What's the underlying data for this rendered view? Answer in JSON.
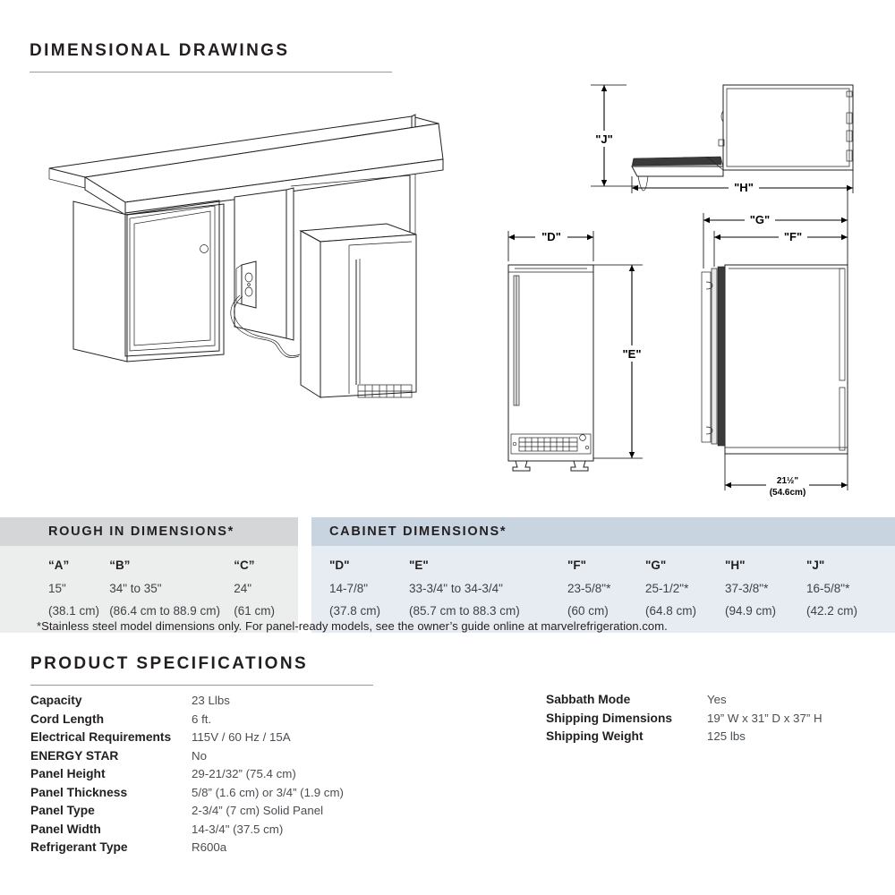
{
  "sections": {
    "dimensional_drawings_title": "DIMENSIONAL DRAWINGS",
    "product_specifications_title": "PRODUCT SPECIFICATIONS"
  },
  "drawing_labels": {
    "j": "\"J\"",
    "h": "\"H\"",
    "d": "\"D\"",
    "e": "\"E\"",
    "f": "\"F\"",
    "g": "\"G\"",
    "depth_in": "21½\"",
    "depth_cm": "(54.6cm)"
  },
  "rough_in_table": {
    "title": "ROUGH IN DIMENSIONS*",
    "columns": [
      {
        "key": "“A”",
        "inches": "15\"",
        "cm": "(38.1 cm)"
      },
      {
        "key": "“B”",
        "inches": "34\" to 35\"",
        "cm": "(86.4 cm to 88.9 cm)"
      },
      {
        "key": "“C”",
        "inches": "24\"",
        "cm": "(61 cm)"
      }
    ]
  },
  "cabinet_table": {
    "title": "CABINET DIMENSIONS*",
    "columns": [
      {
        "key": "\"D\"",
        "inches": "14-7/8\"",
        "cm": "(37.8 cm)"
      },
      {
        "key": "\"E\"",
        "inches": "33-3/4\" to 34-3/4\"",
        "cm": "(85.7 cm to 88.3 cm)"
      },
      {
        "key": "\"F\"",
        "inches": "23-5/8\"*",
        "cm": "(60 cm)"
      },
      {
        "key": "\"G\"",
        "inches": "25-1/2\"*",
        "cm": "(64.8 cm)"
      },
      {
        "key": "\"H\"",
        "inches": "37-3/8\"*",
        "cm": "(94.9 cm)"
      },
      {
        "key": "\"J\"",
        "inches": "16-5/8\"*",
        "cm": "(42.2 cm)"
      }
    ]
  },
  "footnote": "*Stainless steel model dimensions only. For panel-ready models, see the owner’s guide online at marvelrefrigeration.com.",
  "specs_left": [
    {
      "label": "Capacity",
      "value": "23 Llbs"
    },
    {
      "label": "Cord Length",
      "value": "6 ft."
    },
    {
      "label": "Electrical Requirements",
      "value": "115V / 60 Hz / 15A"
    },
    {
      "label": "ENERGY STAR",
      "value": "No"
    },
    {
      "label": "Panel Height",
      "value": "29-21/32” (75.4 cm)"
    },
    {
      "label": "Panel Thickness",
      "value": "5/8” (1.6 cm) or 3/4” (1.9 cm)"
    },
    {
      "label": "Panel Type",
      "value": "2-3/4” (7 cm) Solid Panel"
    },
    {
      "label": "Panel Width",
      "value": "14-3/4\" (37.5 cm)"
    },
    {
      "label": "Refrigerant Type",
      "value": "R600a"
    }
  ],
  "specs_right": [
    {
      "label": "Sabbath Mode",
      "value": "Yes"
    },
    {
      "label": "Shipping Dimensions",
      "value": "19” W x 31” D x 37” H"
    },
    {
      "label": "Shipping Weight",
      "value": "125 lbs"
    }
  ],
  "colors": {
    "text": "#231f20",
    "rough_header_bg": "#d4d6d8",
    "rough_body_bg": "#eceded",
    "cabinet_header_bg": "#c8d4e0",
    "cabinet_body_bg": "#e6ecf1",
    "rule": "#9a9a9a"
  }
}
